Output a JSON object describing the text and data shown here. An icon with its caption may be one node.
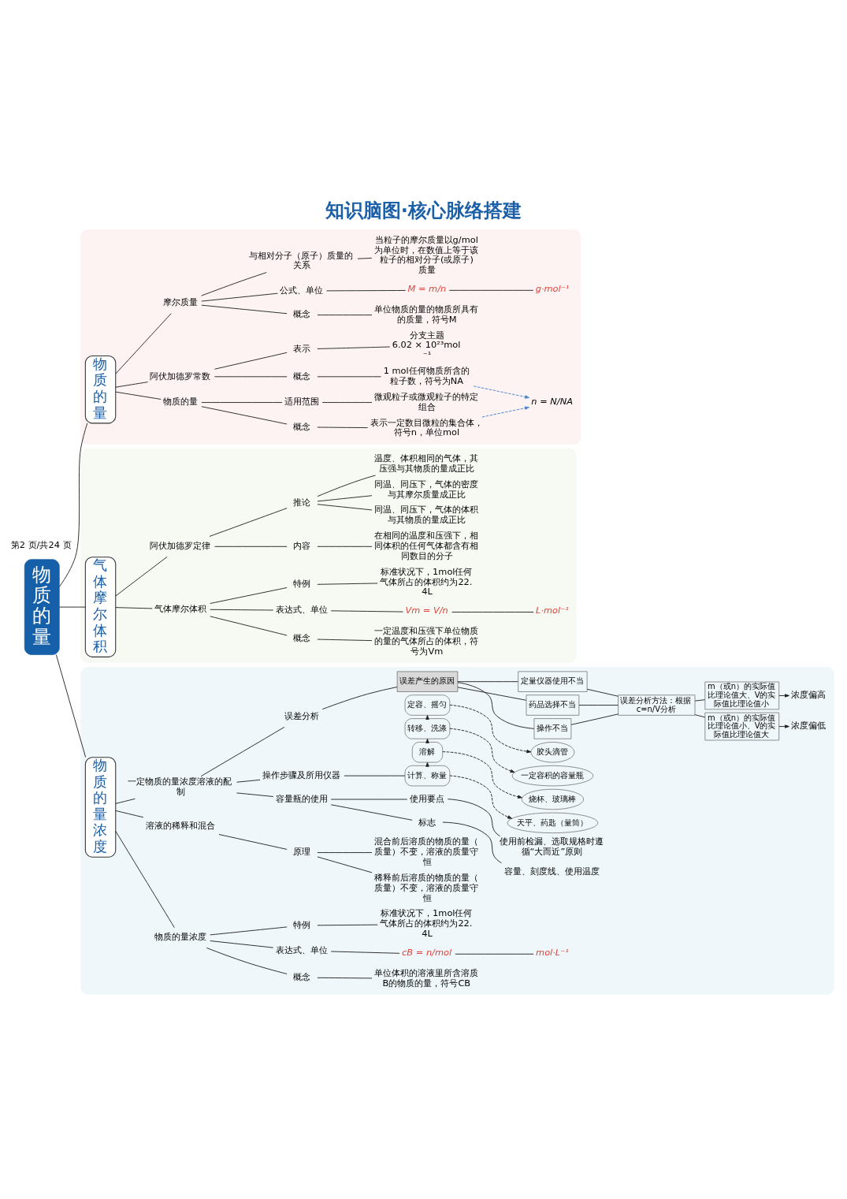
{
  "diagram": {
    "title": "知识脑图·核心脉络搭建",
    "nodes": [
      {
        "text": [
          "物质的量"
        ]
      },
      {
        "text": [],
        "shape": "box"
      },
      {
        "text": [
          "物质的量"
        ],
        "in": 1
      },
      {
        "text": [
          "物质的量"
        ],
        "in": 1
      },
      {
        "text": [
          "概念"
        ],
        "in": 1
      },
      {
        "text": [
          "表示一定数目微粒的集合体，符号n，单位mol"
        ],
        "in": 1
      },
      {
        "text": [
          "适用范围"
        ],
        "in": 1
      },
      {
        "text": [
          "微观粒子或微观粒子的特定组合"
        ],
        "in": 1
      },
      {
        "text": [
          "阿伏加德罗常数"
        ],
        "in": 1
      },
      {
        "text": [
          "概念"
        ],
        "in": 1
      },
      {
        "text": [
          "1 mol任何物质所含的粒子数，符号为NA"
        ],
        "in": 1
      },
      {
        "text": [
          "表示"
        ],
        "in": 1
      },
      {
        "text": [
          "分支主题",
          "6.02 × 10²³mol⁻¹"
        ],
        "in": 1
      },
      {
        "text": [
          "n = N/NA"
        ],
        "in": 1
      },
      {
        "text": [
          "摩尔质量"
        ],
        "in": 1
      },
      {
        "text": [
          "概念"
        ],
        "in": 1
      },
      {
        "text": [
          "单位物质的量的物质所具有的质量，符号M"
        ],
        "in": 1
      },
      {
        "text": [
          "公式、单位"
        ],
        "in": 1
      },
      {
        "text": [
          "M = m/n"
        ],
        "in": 1
      },
      {
        "text": [
          "g·mol⁻¹"
        ],
        "in": 1
      },
      {
        "text": [
          "与相对分子（原子）质量的关系"
        ],
        "in": 1
      },
      {
        "text": [
          "当粒子的摩尔质量以g/mol为单位时，在数值上等于该粒子的相对分子(或原子)质量"
        ],
        "in": 1
      },
      {
        "text": [],
        "shape": "box"
      },
      {
        "text": [
          "气体摩尔体积"
        ],
        "in": 22
      },
      {
        "text": [
          "气体摩尔体积"
        ],
        "in": 22
      },
      {
        "text": [
          "概念"
        ],
        "in": 22
      },
      {
        "text": [
          "一定温度和压强下单位物质的量的气体所占的体积，符号为Vm"
        ],
        "in": 22
      },
      {
        "text": [
          "表达式、单位"
        ],
        "in": 22
      },
      {
        "text": [
          "Vm = V/n"
        ],
        "in": 22
      },
      {
        "text": [
          "L·mol⁻¹"
        ],
        "in": 22
      },
      {
        "text": [
          "特例"
        ],
        "in": 22
      },
      {
        "text": [
          "标准状况下，1mol任何气体所占的体积约为22.4L"
        ],
        "in": 22
      },
      {
        "text": [
          "阿伏加德罗定律"
        ],
        "in": 22
      },
      {
        "text": [
          "内容"
        ],
        "in": 22
      },
      {
        "text": [
          "在相同的温度和压强下，相同体积的任何气体都含有相同数目的分子"
        ],
        "in": 22
      },
      {
        "text": [
          "推论"
        ],
        "in": 22
      },
      {
        "text": [
          "同温、同压下，气体的体积与其物质的量成正比"
        ],
        "in": 22
      },
      {
        "text": [
          "同温、同压下，气体的密度与其摩尔质量成正比"
        ],
        "in": 22
      },
      {
        "text": [
          "温度、体积相同的气体，其压强与其物质的量成正比"
        ],
        "in": 22
      },
      {
        "text": [],
        "shape": "box"
      },
      {
        "text": [
          "物质的量浓度"
        ],
        "in": 39
      },
      {
        "text": [
          "物质的量浓度"
        ],
        "in": 39
      },
      {
        "text": [
          "概念"
        ],
        "in": 39
      },
      {
        "text": [
          "单位体积的溶液里所含溶质B的物质的量，符号CB"
        ],
        "in": 39
      },
      {
        "text": [
          "表达式、单位"
        ],
        "in": 39
      },
      {
        "text": [
          "cB = n/mol"
        ],
        "in": 39
      },
      {
        "text": [
          "mol·L⁻¹"
        ],
        "in": 39
      },
      {
        "text": [
          "特例"
        ],
        "in": 39
      },
      {
        "text": [
          "标准状况下，1mol任何气体所占的体积约为22.4L"
        ],
        "in": 39
      },
      {
        "text": [
          "溶液的稀释和混合"
        ],
        "in": 39
      },
      {
        "text": [
          "原理"
        ],
        "in": 39
      },
      {
        "text": [
          "稀释前后溶质的物质的量（质量）不变，溶液的质量守恒"
        ],
        "in": 39
      },
      {
        "text": [
          "混合前后溶质的物质的量（质量）不变，溶液的质量守恒"
        ],
        "in": 39
      },
      {
        "text": [
          "一定物质的量浓度溶液的配制"
        ],
        "in": 39
      },
      {
        "text": [
          "容量瓶的使用"
        ],
        "in": 39
      },
      {
        "text": [
          "标志"
        ],
        "in": 39
      },
      {
        "text": [
          "容量、刻度线、使用温度"
        ],
        "in": 39
      },
      {
        "text": [
          "使用要点"
        ],
        "in": 39
      },
      {
        "text": [
          "使用前检漏、选取规格时遵循“大而近”原则"
        ],
        "in": 39
      },
      {
        "text": [
          "操作步骤及所用仪器"
        ],
        "in": 39
      },
      {
        "text": [
          "计算、称量"
        ],
        "in": 39
      },
      {
        "text": [
          "溶解"
        ],
        "in": 39
      },
      {
        "text": [
          "转移、洗涤"
        ],
        "in": 39
      },
      {
        "text": [
          "定容、摇匀"
        ],
        "in": 39
      },
      {
        "text": [
          "天平、药匙（量筒）"
        ],
        "in": 39
      },
      {
        "text": [
          "烧杯、玻璃棒"
        ],
        "in": 39
      },
      {
        "text": [
          "一定容积的容量瓶"
        ],
        "in": 39
      },
      {
        "text": [
          "胶头滴管"
        ],
        "in": 39
      },
      {
        "text": [
          "误差分析"
        ],
        "in": 39
      },
      {
        "text": [
          "误差产生的原因"
        ],
        "in": 39
      },
      {
        "text": [
          "操作不当"
        ],
        "in": 39
      },
      {
        "text": [
          "药品选择不当"
        ],
        "in": 39
      },
      {
        "text": [
          "定量仪器使用不当"
        ],
        "in": 39
      },
      {
        "text": [
          "误差分析方法：根据c=n/V分析"
        ],
        "in": 39
      },
      {
        "text": [
          "m（或n）的实际值比理论值小、V的实际值比理论值大"
        ],
        "in": 39
      },
      {
        "text": [
          "m（或n）的实际值比理论值大、V的实际值比理论值小"
        ],
        "in": 39
      },
      {
        "text": [
          "浓度偏低"
        ],
        "in": 39
      },
      {
        "text": [
          "浓度偏高"
        ],
        "in": 39
      }
    ],
    "edges": [
      {
        "from": 0,
        "to": 2,
        "arrow": "none"
      },
      {
        "from": 0,
        "to": 23,
        "arrow": "none"
      },
      {
        "from": 0,
        "to": 40,
        "arrow": "none"
      },
      {
        "from": 2,
        "to": 3,
        "arrow": "none"
      },
      {
        "from": 2,
        "to": 8,
        "arrow": "none"
      },
      {
        "from": 2,
        "to": 14,
        "arrow": "none"
      },
      {
        "from": 3,
        "to": 4,
        "arrow": "none"
      },
      {
        "from": 4,
        "to": 5,
        "arrow": "none"
      },
      {
        "from": 3,
        "to": 6,
        "arrow": "none"
      },
      {
        "from": 6,
        "to": 7,
        "arrow": "none"
      },
      {
        "from": 8,
        "to": 9,
        "arrow": "none"
      },
      {
        "from": 9,
        "to": 10,
        "arrow": "none"
      },
      {
        "from": 8,
        "to": 11,
        "arrow": "none"
      },
      {
        "from": 11,
        "to": 12,
        "arrow": "none"
      },
      {
        "from": 5,
        "to": 13,
        "arrow": "to",
        "style": "dashed",
        "color": "#4a86c8"
      },
      {
        "from": 10,
        "to": 13,
        "arrow": "to",
        "style": "dashed",
        "color": "#4a86c8"
      },
      {
        "from": 14,
        "to": 15,
        "arrow": "none"
      },
      {
        "from": 15,
        "to": 16,
        "arrow": "none"
      },
      {
        "from": 14,
        "to": 17,
        "arrow": "none"
      },
      {
        "from": 17,
        "to": 18,
        "arrow": "none"
      },
      {
        "from": 18,
        "to": 19,
        "arrow": "none"
      },
      {
        "from": 14,
        "to": 20,
        "arrow": "none"
      },
      {
        "from": 20,
        "to": 21,
        "arrow": "none"
      },
      {
        "from": 23,
        "to": 24,
        "arrow": "none"
      },
      {
        "from": 24,
        "to": 25,
        "arrow": "none"
      },
      {
        "from": 25,
        "to": 26,
        "arrow": "none"
      },
      {
        "from": 24,
        "to": 27,
        "arrow": "none"
      },
      {
        "from": 27,
        "to": 28,
        "arrow": "none"
      },
      {
        "from": 28,
        "to": 29,
        "arrow": "none"
      },
      {
        "from": 24,
        "to": 30,
        "arrow": "none"
      },
      {
        "from": 30,
        "to": 31,
        "arrow": "none"
      },
      {
        "from": 23,
        "to": 32,
        "arrow": "none"
      },
      {
        "from": 32,
        "to": 33,
        "arrow": "none"
      },
      {
        "from": 33,
        "to": 34,
        "arrow": "none"
      },
      {
        "from": 32,
        "to": 35,
        "arrow": "none"
      },
      {
        "from": 35,
        "to": 36,
        "arrow": "none"
      },
      {
        "from": 35,
        "to": 37,
        "arrow": "none"
      },
      {
        "from": 35,
        "to": 38,
        "arrow": "none"
      },
      {
        "from": 40,
        "to": 41,
        "arrow": "none"
      },
      {
        "from": 41,
        "to": 42,
        "arrow": "none"
      },
      {
        "from": 42,
        "to": 43,
        "arrow": "none"
      },
      {
        "from": 41,
        "to": 44,
        "arrow": "none"
      },
      {
        "from": 44,
        "to": 45,
        "arrow": "none"
      },
      {
        "from": 45,
        "to": 46,
        "arrow": "none"
      },
      {
        "from": 41,
        "to": 47,
        "arrow": "none"
      },
      {
        "from": 47,
        "to": 48,
        "arrow": "none"
      },
      {
        "from": 40,
        "to": 49,
        "arrow": "none"
      },
      {
        "from": 49,
        "to": 50,
        "arrow": "none"
      },
      {
        "from": 50,
        "to": 51,
        "arrow": "none"
      },
      {
        "from": 50,
        "to": 52,
        "arrow": "none"
      },
      {
        "from": 40,
        "to": 53,
        "arrow": "none"
      },
      {
        "from": 53,
        "to": 54,
        "arrow": "none"
      },
      {
        "from": 54,
        "to": 55,
        "arrow": "none"
      },
      {
        "from": 55,
        "to": 56,
        "arrow": "none"
      },
      {
        "from": 54,
        "to": 57,
        "arrow": "none"
      },
      {
        "from": 57,
        "to": 58,
        "arrow": "none"
      },
      {
        "from": 53,
        "to": 59,
        "arrow": "none"
      },
      {
        "from": 59,
        "to": 60,
        "arrow": "none"
      },
      {
        "from": 60,
        "to": 61,
        "arrow": "to"
      },
      {
        "from": 61,
        "to": 62,
        "arrow": "to"
      },
      {
        "from": 62,
        "to": 63,
        "arrow": "to"
      },
      {
        "from": 60,
        "to": 64,
        "arrow": "to",
        "style": "dashed"
      },
      {
        "from": 61,
        "to": 65,
        "arrow": "to",
        "style": "dashed"
      },
      {
        "from": 62,
        "to": 66,
        "arrow": "to",
        "style": "dashed"
      },
      {
        "from": 63,
        "to": 67,
        "arrow": "to",
        "style": "dashed"
      },
      {
        "from": 53,
        "to": 68,
        "arrow": "none"
      },
      {
        "from": 68,
        "to": 69,
        "arrow": "none"
      },
      {
        "from": 69,
        "to": 70,
        "arrow": "none"
      },
      {
        "from": 69,
        "to": 71,
        "arrow": "none"
      },
      {
        "from": 69,
        "to": 72,
        "arrow": "none"
      },
      {
        "from": 70,
        "to": 73,
        "arrow": "none"
      },
      {
        "from": 71,
        "to": 73,
        "arrow": "none"
      },
      {
        "from": 72,
        "to": 73,
        "arrow": "none"
      },
      {
        "from": 73,
        "to": 74,
        "arrow": "none"
      },
      {
        "from": 73,
        "to": 75,
        "arrow": "none"
      },
      {
        "from": 74,
        "to": 76,
        "arrow": "to"
      },
      {
        "from": 75,
        "to": 77,
        "arrow": "to"
      }
    ],
    "labels": [
      "第2 页/共24 页"
    ]
  }
}
